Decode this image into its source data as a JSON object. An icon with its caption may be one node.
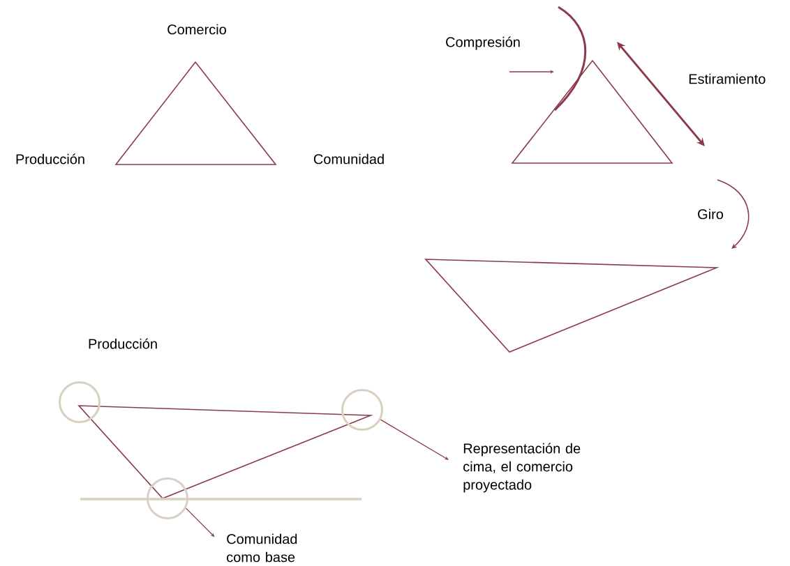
{
  "diagram": {
    "nodes": [
      {
        "text": [],
        "shape": "circle"
      },
      {
        "text": [],
        "shape": "circle"
      },
      {
        "text": [],
        "shape": "circle"
      },
      {
        "text": [
          "Representación de cima, el comercio proyectado"
        ]
      },
      {
        "text": [
          "Comunidad como base"
        ]
      }
    ],
    "edges": [
      {
        "from": 1,
        "to": 3,
        "arrow": "to"
      },
      {
        "from": 2,
        "to": 4,
        "arrow": "to"
      }
    ],
    "labels": [
      "Comercio",
      "Producción",
      "Comunidad",
      "Compresión",
      "Estiramiento",
      "Giro",
      "Producción"
    ]
  }
}
